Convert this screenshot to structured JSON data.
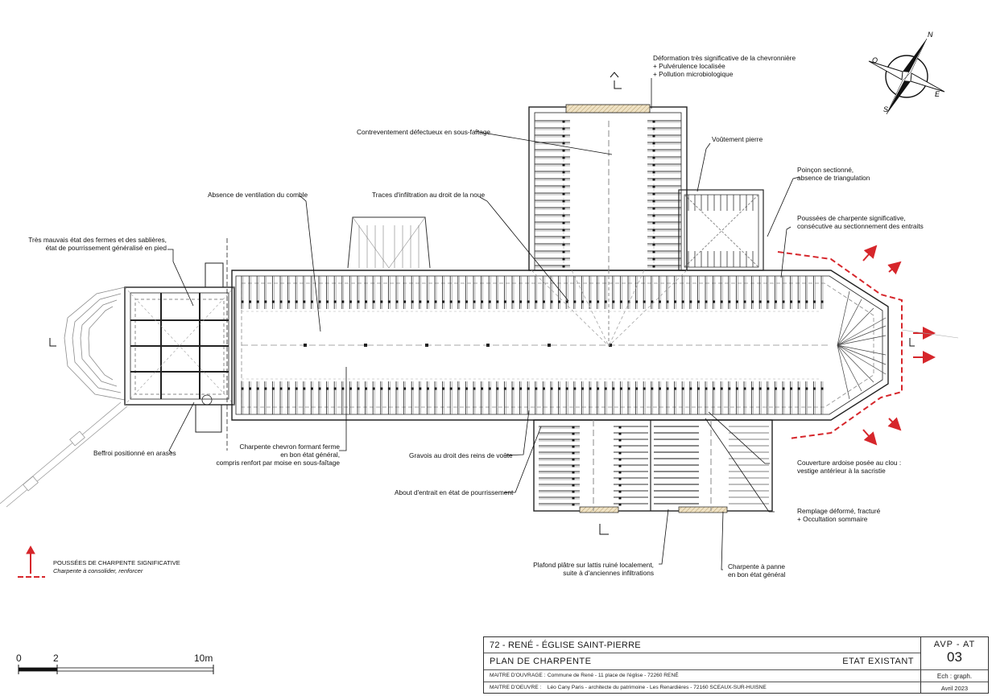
{
  "title_block": {
    "project": "72 - RENÉ - ÉGLISE SAINT-PIERRE",
    "plan": "PLAN DE CHARPENTE",
    "state": "ETAT EXISTANT",
    "maitre_ouvrage_label": "MAITRE D'OUVRAGE :",
    "maitre_ouvrage": "Commune de René - 11 place de l'église - 72260 RENÉ",
    "maitre_oeuvre_label": "MAITRE D'OEUVRE :",
    "maitre_oeuvre": "Léo Cany Paris - architecte du patrimoine - Les Renardières - 72160 SCEAUX-SUR-HUISNE",
    "phase": "AVP - AT",
    "sheet": "03",
    "scale": "Ech : graph.",
    "date": "Avril 2023"
  },
  "scale_bar": {
    "labels": [
      "0",
      "2",
      "10m"
    ]
  },
  "compass": {
    "letters": [
      "N",
      "E",
      "S",
      "O"
    ]
  },
  "legend": {
    "title": "POUSSÉES DE CHARPENTE SIGNIFICATIVE",
    "subtitle": "Charpente à consolider, renforcer",
    "color": "#d6262b"
  },
  "annotations": [
    "Très mauvais état des fermes et des sablières,\nétat de pourrissement généralisé en pied",
    "Absence de ventilation du comble",
    "Traces d'infiltration au droit de la noue",
    "Contreventement défectueux en sous-faîtage",
    "Déformation très significative de la chevronnière\n+ Pulvérulence localisée\n+ Pollution microbiologique",
    "Voûtement pierre",
    "Poinçon sectionné,\nabsence de triangulation",
    "Poussées de charpente significative,\nconsécutive au sectionnement des entraits",
    "Beffroi positionné en arases",
    "Charpente chevron formant ferme\nen bon état général,\ncompris renfort par moise en sous-faîtage",
    "Gravois au droit des reins de voûte",
    "About d'entrait en état de pourrissement",
    "Couverture ardoise posée au clou :\nvestige antérieur à la sacristie",
    "Remplage déformé, fracturé\n+ Occultation sommaire",
    "Plafond plâtre sur lattis ruiné localement,\nsuite à d'anciennes infiltrations",
    "Charpente à panne\nen bon état général"
  ],
  "colors": {
    "line": "#222222",
    "dash": "#8a8a8a",
    "red": "#d6262b",
    "hatch": "#e8d9b5"
  }
}
